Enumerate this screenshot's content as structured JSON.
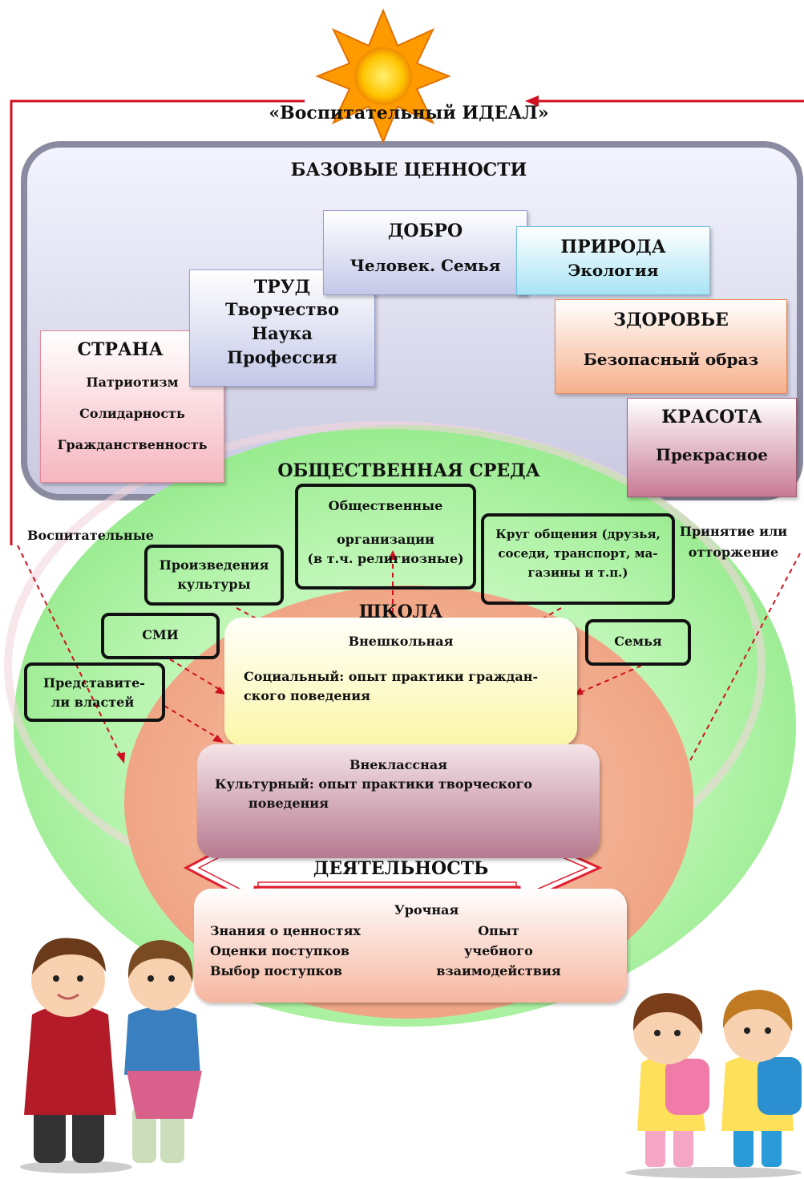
{
  "title": "«Воспитательный ИДЕАЛ»",
  "base_values": {
    "heading": "БАЗОВЫЕ ЦЕННОСТИ",
    "dobro": {
      "title": "ДОБРО",
      "sub": "Человек. Семья"
    },
    "priroda": {
      "title": "ПРИРОДА",
      "sub": "Экология"
    },
    "trud": {
      "title": "ТРУД",
      "l1": "Творчество",
      "l2": "Наука",
      "l3": "Профессия"
    },
    "strana": {
      "title": "СТРАНА",
      "l1": "Патриотизм",
      "l2": "Солидарность",
      "l3": "Гражданственность"
    },
    "zdorovie": {
      "title": "ЗДОРОВЬЕ",
      "sub": "Безопасный образ"
    },
    "krasota": {
      "title": "КРАСОТА",
      "sub": "Прекрасное"
    }
  },
  "social": {
    "heading": "ОБЩЕСТВЕННАЯ СРЕДА",
    "vospitatelnye": "Воспитательные",
    "prinyatie": {
      "l1": "Принятие или",
      "l2": "отторжение"
    },
    "orgs": {
      "l1": "Общественные",
      "l2": "организации",
      "l3": "(в т.ч. религиозные)"
    },
    "krug": {
      "l1": "Круг общения (друзья,",
      "l2": "соседи, транспорт, ма-",
      "l3": "газины и т.п.)"
    },
    "kultura": {
      "l1": "Произведения",
      "l2": "культуры"
    },
    "smi": "СМИ",
    "semya": "Семья",
    "vlast": {
      "l1": "Представите-",
      "l2": "ли властей"
    }
  },
  "school": {
    "heading": "ШКОЛА",
    "vneshkolnaya": {
      "title": "Внешкольная",
      "l1": "Социальный:  опыт практики   граждан-",
      "l2": "ского  поведения"
    },
    "vneklassnaya": {
      "title": "Внеклассная",
      "l1": "Культурный: опыт практики     творческого",
      "l2": "поведения"
    },
    "activity": "ДЕЯТЕЛЬНОСТЬ",
    "urochnaya": {
      "title": "Урочная",
      "left1": "Знания о ценностях",
      "left2": "Оценки поступков",
      "left3": "Выбор поступков",
      "right1": "Опыт",
      "right2": "учебного",
      "right3": "взаимодействия"
    }
  },
  "colors": {
    "arrow": "#d01020",
    "social_bg": "#9ff09a",
    "school_bg": "#f2ac8c",
    "frame": "#7a7a90"
  }
}
